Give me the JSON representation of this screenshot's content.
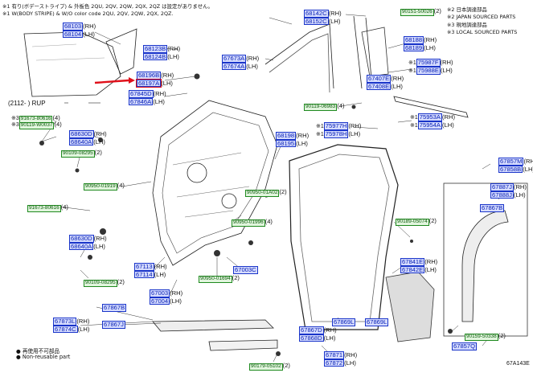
{
  "notes": {
    "top_left": "※1 有り(ボデーストライプ) & 外板色 2QU, 2QV, 2QW, 2QX, 2QZ は設定がありません。",
    "top_left_2": "※1 W(BODY STRIPE) & W/O color code 2QU, 2QV, 2QW, 2QX, 2QZ.",
    "jp_1": "※2 日本調達部品",
    "en_1": "※2 JAPAN SOURCED PARTS",
    "jp_2": "※3 現地調達部品",
    "en_2": "※3 LOCAL SOURCED PARTS"
  },
  "fig_note": "(2112-      ) RUP",
  "figure_id": "67A143E",
  "legend": {
    "reuse": "再使用不可部品",
    "nonreuse": "Non-reusable part"
  },
  "parts": [
    {
      "no": "68103",
      "suffix": "(RH)",
      "row2": "68104",
      "suffix2": "(LH)"
    },
    {
      "no": "68123B",
      "suffix": "(RH)",
      "row2": "68124B",
      "suffix2": "(LH)"
    },
    {
      "no": "68196B",
      "suffix": "(RH)",
      "row2": "68197A",
      "suffix2": "(LH)"
    },
    {
      "no": "67845D",
      "suffix": "(RH)",
      "row2": "67846A",
      "suffix2": "(LH)"
    },
    {
      "no": "68142C",
      "suffix": "(RH)",
      "row2": "68152C",
      "suffix2": "(LH)"
    },
    {
      "no": "90151-50026",
      "suffix": "(2)"
    },
    {
      "no": "68188",
      "suffix": "(RH)",
      "row2": "68189",
      "suffix2": "(LH)"
    },
    {
      "no": "75987F",
      "suffix": "(RH)",
      "row2": "75988E",
      "suffix2": "(LH)"
    },
    {
      "no": "67673A",
      "suffix": "(RH)",
      "row2": "67674A",
      "suffix2": "(LH)"
    },
    {
      "no": "67407E",
      "suffix": "(RH)",
      "row2": "67408E",
      "suffix2": "(LH)"
    },
    {
      "no": "90119-06983",
      "suffix": "(4)"
    },
    {
      "no": "75953A",
      "suffix": "(RH)",
      "row2": "75954A",
      "suffix2": "(LH)"
    },
    {
      "no": "75977H",
      "suffix": "(RH)",
      "row2": "75978H",
      "suffix2": "(LH)"
    },
    {
      "no": "91673-80616",
      "suffix": "(4)"
    },
    {
      "no": "90119-W0037",
      "suffix": "(4)"
    },
    {
      "no": "68630D",
      "suffix": "(RH)",
      "row2": "68640A",
      "suffix2": "(LH)"
    },
    {
      "no": "90109-08295",
      "suffix": "(2)"
    },
    {
      "no": "68198",
      "suffix": "(RH)",
      "row2": "68195",
      "suffix2": "(LH)"
    },
    {
      "no": "67857M",
      "suffix": "(RH)",
      "row2": "67858B",
      "suffix2": "(LH)"
    },
    {
      "no": "67887J",
      "suffix": "(RH)",
      "row2": "67888J",
      "suffix2": "(LH)"
    },
    {
      "no": "90950-01919",
      "suffix": "(4)"
    },
    {
      "no": "90950-01A02",
      "suffix": "(2)"
    },
    {
      "no": "91673-80616",
      "suffix": "(4)"
    },
    {
      "no": "90950-01996",
      "suffix": "(4)"
    },
    {
      "no": "90189-05074",
      "suffix": "(2)"
    },
    {
      "no": "67867B"
    },
    {
      "no": "68630D",
      "suffix": "(RH)",
      "row2": "68640A",
      "suffix2": "(LH)"
    },
    {
      "no": "67113",
      "suffix": "(RH)",
      "row2": "67114",
      "suffix2": "(LH)"
    },
    {
      "no": "67003C"
    },
    {
      "no": "90950-01694",
      "suffix": "(2)"
    },
    {
      "no": "67841E",
      "suffix": "(RH)",
      "row2": "67842E",
      "suffix2": "(LH)"
    },
    {
      "no": "90109-08295",
      "suffix": "(2)"
    },
    {
      "no": "67003",
      "suffix": "(RH)",
      "row2": "67004",
      "suffix2": "(LH)"
    },
    {
      "no": "67873L",
      "suffix": "(RH)",
      "row2": "67874C",
      "suffix2": "(LH)"
    },
    {
      "no": "67867B"
    },
    {
      "no": "67867J"
    },
    {
      "no": "67867D",
      "suffix": "(RH)",
      "row2": "67868D",
      "suffix2": "(LH)"
    },
    {
      "no": "67869L"
    },
    {
      "no": "67869L"
    },
    {
      "no": "90159-50338",
      "suffix": "(2)"
    },
    {
      "no": "67857Q"
    },
    {
      "no": "67871",
      "suffix": "(RH)",
      "row2": "67872",
      "suffix2": "(LH)"
    },
    {
      "no": "90179-05102",
      "suffix": "(2)"
    }
  ]
}
